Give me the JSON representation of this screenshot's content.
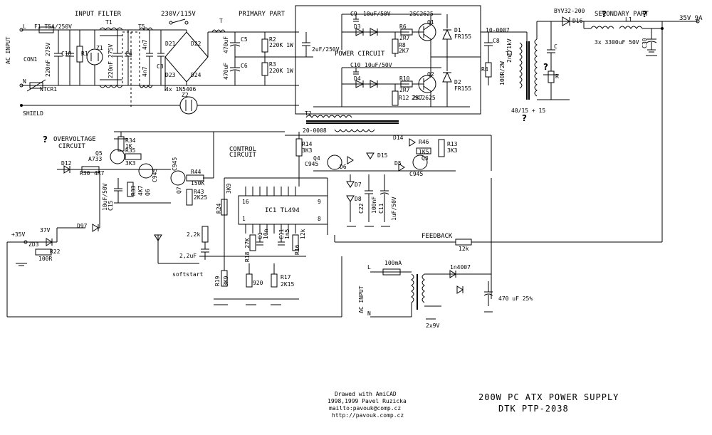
{
  "sections": {
    "input_filter": "INPUT FILTER",
    "primary_part": "PRIMARY PART",
    "secondary_part": "SECONDARY PART",
    "power_circuit": "POWER CIRCUIT",
    "control_circuit_1": "CONTROL",
    "control_circuit_2": "CIRCUIT",
    "overvoltage_1": "OVERVOLTAGE",
    "overvoltage_2": "CIRCUIT",
    "question_mark": "?"
  },
  "input": {
    "l": "L",
    "n": "N",
    "ac_input": "AC INPUT",
    "con1": "CON1",
    "shield": "SHIELD",
    "fuse": "F1 T5A/250V",
    "ntc": "NTCR1",
    "cx1": "220nF 275V",
    "c18": "C18",
    "r1": "R1",
    "z1": "Z1",
    "cx2": "220nF 275V",
    "c4": "C4",
    "c3": "C3",
    "c2_value": "4n7",
    "c3_value": "4n7",
    "t1": "T1",
    "t5": "T5",
    "switch": "230V/115V",
    "d21": "D21",
    "d22": "D22",
    "d23": "D23",
    "d24": "D24",
    "bridge": "4x 1N5406",
    "z2": "Z2"
  },
  "primary": {
    "t": "T",
    "c5": "C5",
    "c6": "C6",
    "c5_value": "470uF",
    "c6_value": "470uF",
    "r2": "R2",
    "r3": "R3",
    "r2_value": "220K 1W",
    "r3_value": "220K 1W",
    "cap_2u": "2uF/250V",
    "c9": "C9",
    "c9_value": "10uF/50V",
    "c10": "C10",
    "c10_value": "10uF/50V",
    "d3": "D3",
    "d4": "D4",
    "r6": "R6",
    "r7": "2R7",
    "r8": "R8",
    "r8_value": "2K7",
    "r10": "R10",
    "r11": "2R7",
    "r12": "R12 2K7",
    "q1": "Q1",
    "q2": "Q2",
    "q1_type": "2SC2625",
    "q2_type": "2SC2625",
    "d1": "D1",
    "d2": "D2",
    "fr155_1": "FR155",
    "fr155_2": "FR155",
    "c8": "C8",
    "c8_value": "2nF/1kV",
    "r4": "R4",
    "r4_value": "100R/2W",
    "t3": "T3",
    "t3_code": "10-0007",
    "t2": "T2",
    "t2_code": "20-0008"
  },
  "secondary": {
    "d16": "D16",
    "byv": "BYV32-200",
    "l1": "L1",
    "caps": "3x 3300uF 50V",
    "c30": "C30",
    "c": "C",
    "r": "R",
    "ratio": "40/15 + 15",
    "output": "35V 9A"
  },
  "control": {
    "ic": "IC1 TL494",
    "pin16": "16",
    "pin1": "1",
    "pin9": "9",
    "pin8": "8",
    "r14": "R14",
    "r14_value": "3K3",
    "q4": "Q4",
    "c945_1": "C945",
    "d6": "D6",
    "d15": "D15",
    "d14": "D14",
    "r46": "R46",
    "r46_value": "1K5",
    "r13": "R13",
    "r13_value": "3K3",
    "q3": "Q3",
    "c945_2": "C945",
    "d5": "D5",
    "d7": "D7",
    "d8": "D8",
    "c22": "C22",
    "c22_value": "100nF",
    "c11": "C11",
    "c11_value": "1uF/50V",
    "r24": "R24",
    "r24_value": "3K9",
    "r18": "R18 27K",
    "c1": "C1",
    "c1_value": "10n",
    "c11b": "C11",
    "c11b_value": "1n5",
    "r16": "R16",
    "r16_value": "12k",
    "r19": "R19",
    "r19_value": "3K9",
    "r17": "R17",
    "r17_value": "2K15",
    "r920": "920",
    "r22k": "2,2k",
    "c22u": "2,2uF",
    "softstart": "softstart",
    "feedback": "FEEDBACK",
    "feedback_r": "12k"
  },
  "overvoltage": {
    "r34": "R34",
    "r34_value": "1K",
    "q5": "Q5",
    "a733": "A733",
    "r35": "R35",
    "r35_value": "3K3",
    "d12": "D12",
    "r30": "R30",
    "r30_value": "4K7",
    "c945": "C945",
    "q6": "Q6",
    "r33": "R33",
    "r33_value": "4K7",
    "c15": "C15",
    "c15_value": "10uF/50V",
    "q7": "Q7",
    "c945b": "C945",
    "r44": "R44",
    "r44_value": "150K",
    "r43": "R43",
    "r43_value": "2K25",
    "plus35": "+35V",
    "v37": "37V",
    "zd3": "ZD3",
    "d97": "D97",
    "r22": "R22",
    "r22_value": "100R"
  },
  "aux": {
    "l": "L",
    "n": "N",
    "ac_input": "AC INPUT",
    "fuse": "100mA",
    "diode": "1n4007",
    "cap": "470 uF 25%",
    "xfmr": "2x9V"
  },
  "title": {
    "line1": "200W PC ATX POWER SUPPLY",
    "line2": "DTK PTP-2038"
  },
  "credits": {
    "line1": "Drawed with AmiCAD",
    "line2": "1998,1999 Pavel Ruzicka",
    "line3": "mailto:pavouk@comp.cz",
    "line4": "http://pavouk.comp.cz"
  }
}
